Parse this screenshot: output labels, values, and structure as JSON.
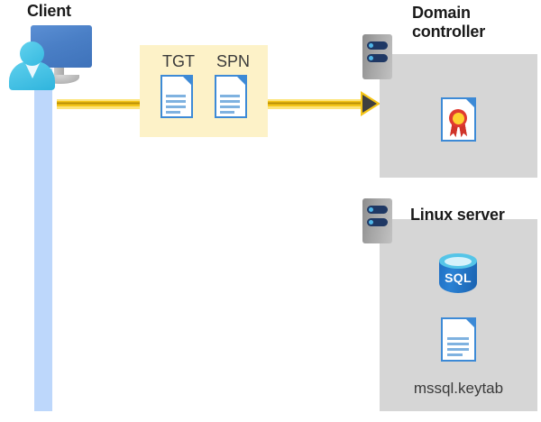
{
  "diagram": {
    "title_client": "Client",
    "title_domain_controller": "Domain\ncontroller",
    "title_linux_server": "Linux server",
    "colors": {
      "lifeline": "#bdd7fb",
      "message_box": "#fdf2c8",
      "panel": "#d6d6d6",
      "arrow": "#f5c518",
      "arrow_head": "#404040",
      "doc_border": "#3d8ad6",
      "sql_body": "#1f6fc4",
      "seal_gold": "#ffd02e",
      "seal_red": "#e03a2f",
      "server_body": "#a5a5a5",
      "server_pill": "#1f3864",
      "text": "#1a1a1a"
    }
  },
  "client": {
    "label": "Client",
    "icon": "user-computer-icon",
    "lifeline": "client-lifeline"
  },
  "message": {
    "tokens": [
      {
        "label": "TGT",
        "icon": "document-icon"
      },
      {
        "label": "SPN",
        "icon": "document-icon"
      }
    ],
    "arrow": {
      "icon": "arrow-right-icon",
      "direction": "right",
      "from": "client",
      "to": "domain-controller"
    }
  },
  "domain_controller": {
    "title_line1": "Domain",
    "title_line2": "controller",
    "server_icon": "server-icon",
    "contents": [
      {
        "icon": "certificate-icon",
        "label": ""
      }
    ]
  },
  "linux_server": {
    "title": "Linux server",
    "server_icon": "server-icon",
    "contents": [
      {
        "icon": "sql-database-icon",
        "label": "SQL"
      },
      {
        "icon": "document-icon",
        "label": "mssql.keytab"
      }
    ],
    "sql_label": "SQL",
    "keytab_label": "mssql.keytab"
  }
}
